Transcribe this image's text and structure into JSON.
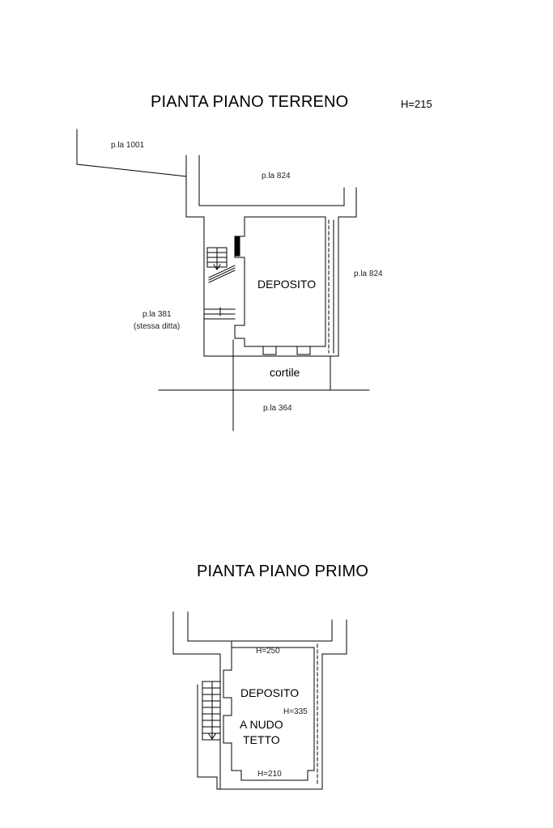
{
  "ground_floor": {
    "title": "PIANTA PIANO TERRENO",
    "height": "H=215",
    "parcels": {
      "p1001": "p.la 1001",
      "p824_top": "p.la 824",
      "p824_right": "p.la 824",
      "p381": "p.la 381",
      "p381_note": "(stessa ditta)",
      "p364": "p.la 364"
    },
    "rooms": {
      "deposito": "DEPOSITO",
      "cortile": "cortile"
    }
  },
  "first_floor": {
    "title": "PIANTA PIANO PRIMO",
    "heights": {
      "top": "H=250",
      "middle": "H=335",
      "bottom": "H=210"
    },
    "rooms": {
      "deposito": "DEPOSITO",
      "nudo_tetto_line1": "A NUDO",
      "nudo_tetto_line2": "TETTO"
    }
  }
}
